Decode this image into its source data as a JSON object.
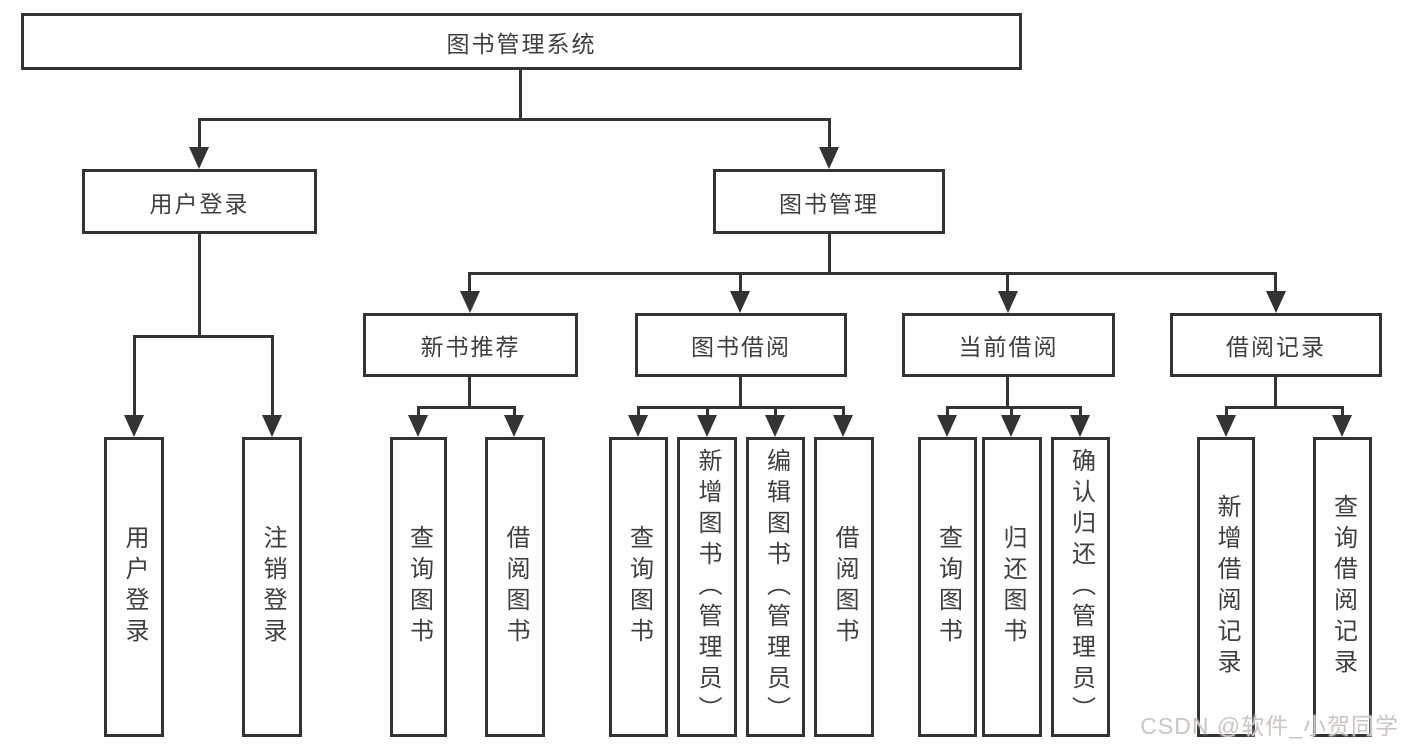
{
  "colors": {
    "line": "#333333",
    "node_text": "#3f3f3f",
    "background": "#ffffff",
    "watermark": "#cbc4c4"
  },
  "watermark": {
    "text": "CSDN @软件_小贺同学"
  },
  "tree": {
    "root": {
      "label": "图书管理系统",
      "children": [
        {
          "label": "用户登录",
          "children": [
            {
              "label": "用户登录"
            },
            {
              "label": "注销登录"
            }
          ]
        },
        {
          "label": "图书管理",
          "children": [
            {
              "label": "新书推荐",
              "children": [
                {
                  "label": "查询图书"
                },
                {
                  "label": "借阅图书"
                }
              ]
            },
            {
              "label": "图书借阅",
              "children": [
                {
                  "label": "查询图书"
                },
                {
                  "label": "新增图书（管理员）"
                },
                {
                  "label": "编辑图书（管理员）"
                },
                {
                  "label": "借阅图书"
                }
              ]
            },
            {
              "label": "当前借阅",
              "children": [
                {
                  "label": "查询图书"
                },
                {
                  "label": "归还图书"
                },
                {
                  "label": "确认归还（管理员）"
                }
              ]
            },
            {
              "label": "借阅记录",
              "children": [
                {
                  "label": "新增借阅记录"
                },
                {
                  "label": "查询借阅记录"
                }
              ]
            }
          ]
        }
      ]
    }
  }
}
